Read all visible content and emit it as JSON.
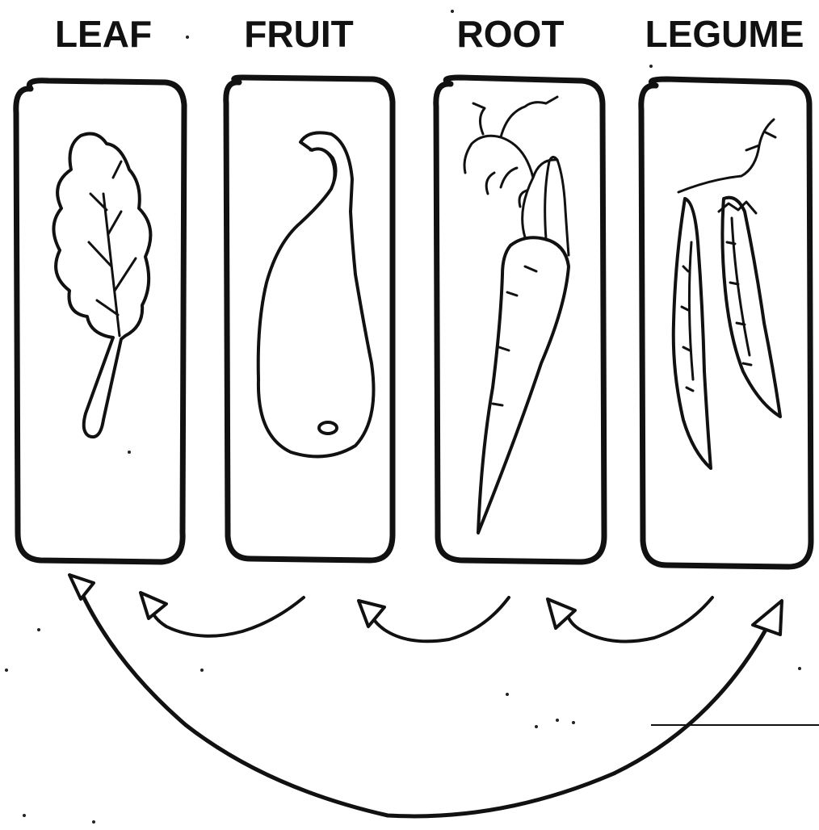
{
  "diagram": {
    "beds": [
      {
        "label": "LEAF",
        "icon": "leaf-icon"
      },
      {
        "label": "FRUIT",
        "icon": "gourd-icon"
      },
      {
        "label": "ROOT",
        "icon": "carrot-icon"
      },
      {
        "label": "LEGUME",
        "icon": "pea-pod-icon"
      }
    ],
    "colors": {
      "ink": "#111111",
      "paper": "#ffffff"
    }
  }
}
